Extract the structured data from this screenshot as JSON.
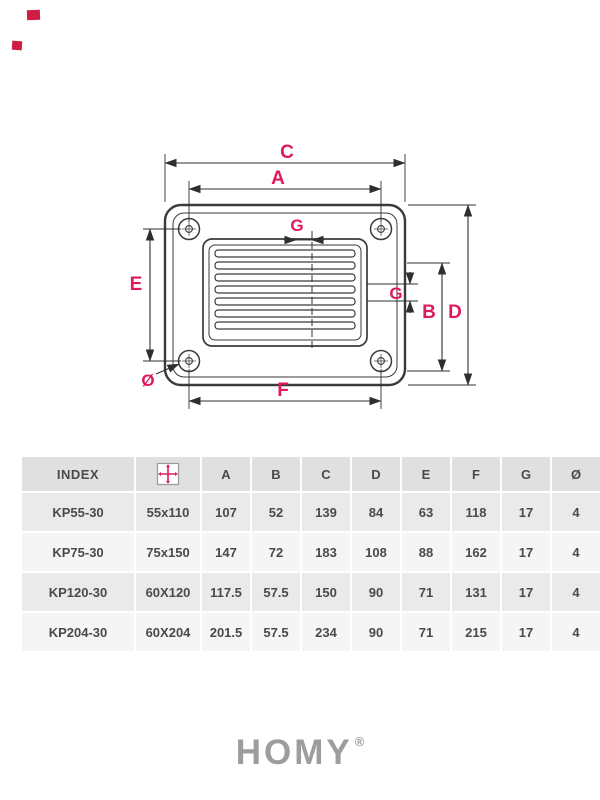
{
  "colors": {
    "accent": "#e0195e",
    "line": "#2f2f2f",
    "table_header_bg": "#e0e0e0",
    "row_shade_dark": "#eaeaea",
    "row_shade_light": "#f5f5f5",
    "logo_gray": "#9d9d9d"
  },
  "drawing": {
    "dim_labels": {
      "c": "C",
      "a": "A",
      "e": "E",
      "b": "B",
      "d": "D",
      "f": "F",
      "g_top": "G",
      "g_right": "G",
      "diameter": "Ø"
    }
  },
  "table": {
    "index_header": "INDEX",
    "letter_headers": [
      "A",
      "B",
      "C",
      "D",
      "E",
      "F",
      "G",
      "Ø"
    ],
    "rows": [
      {
        "index": "KP55-30",
        "size": "55x110",
        "values": [
          "107",
          "52",
          "139",
          "84",
          "63",
          "118",
          "17",
          "4"
        ]
      },
      {
        "index": "KP75-30",
        "size": "75x150",
        "values": [
          "147",
          "72",
          "183",
          "108",
          "88",
          "162",
          "17",
          "4"
        ]
      },
      {
        "index": "KP120-30",
        "size": "60X120",
        "values": [
          "117.5",
          "57.5",
          "150",
          "90",
          "71",
          "131",
          "17",
          "4"
        ]
      },
      {
        "index": "KP204-30",
        "size": "60X204",
        "values": [
          "201.5",
          "57.5",
          "234",
          "90",
          "71",
          "215",
          "17",
          "4"
        ]
      }
    ]
  },
  "footer": {
    "logo": "HOMY",
    "registered": "®"
  }
}
